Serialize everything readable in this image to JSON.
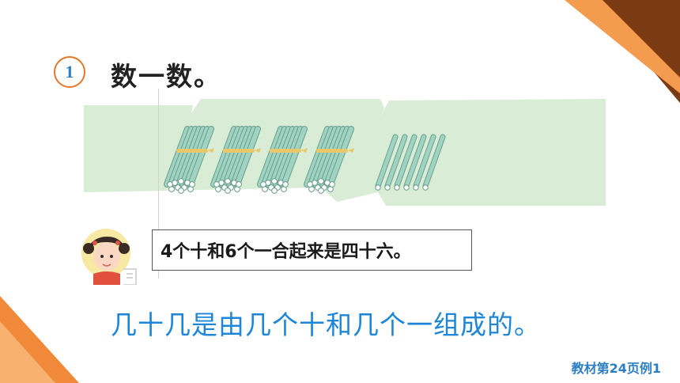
{
  "example": {
    "number": "1",
    "title": "数一数。"
  },
  "illustration": {
    "bundles_of_ten": 4,
    "single_sticks": 6
  },
  "dialogue": {
    "text": "4个十和6个一合起来是四十六。"
  },
  "summary": {
    "text": "几十几是由几个十和几个一组成的。"
  },
  "footer": {
    "text": "教材第24页例1"
  },
  "colors": {
    "badge_border": "#e0782a",
    "badge_number": "#2d7fc4",
    "summary_text": "#1e86d8",
    "footer_text": "#2d7fc4",
    "scene_bg": "#d9ecd6",
    "stick": "#9fd4c2",
    "band": "#e8c86a",
    "corner_dark": "#7a3a12",
    "corner_orange": "#f08a3a"
  }
}
